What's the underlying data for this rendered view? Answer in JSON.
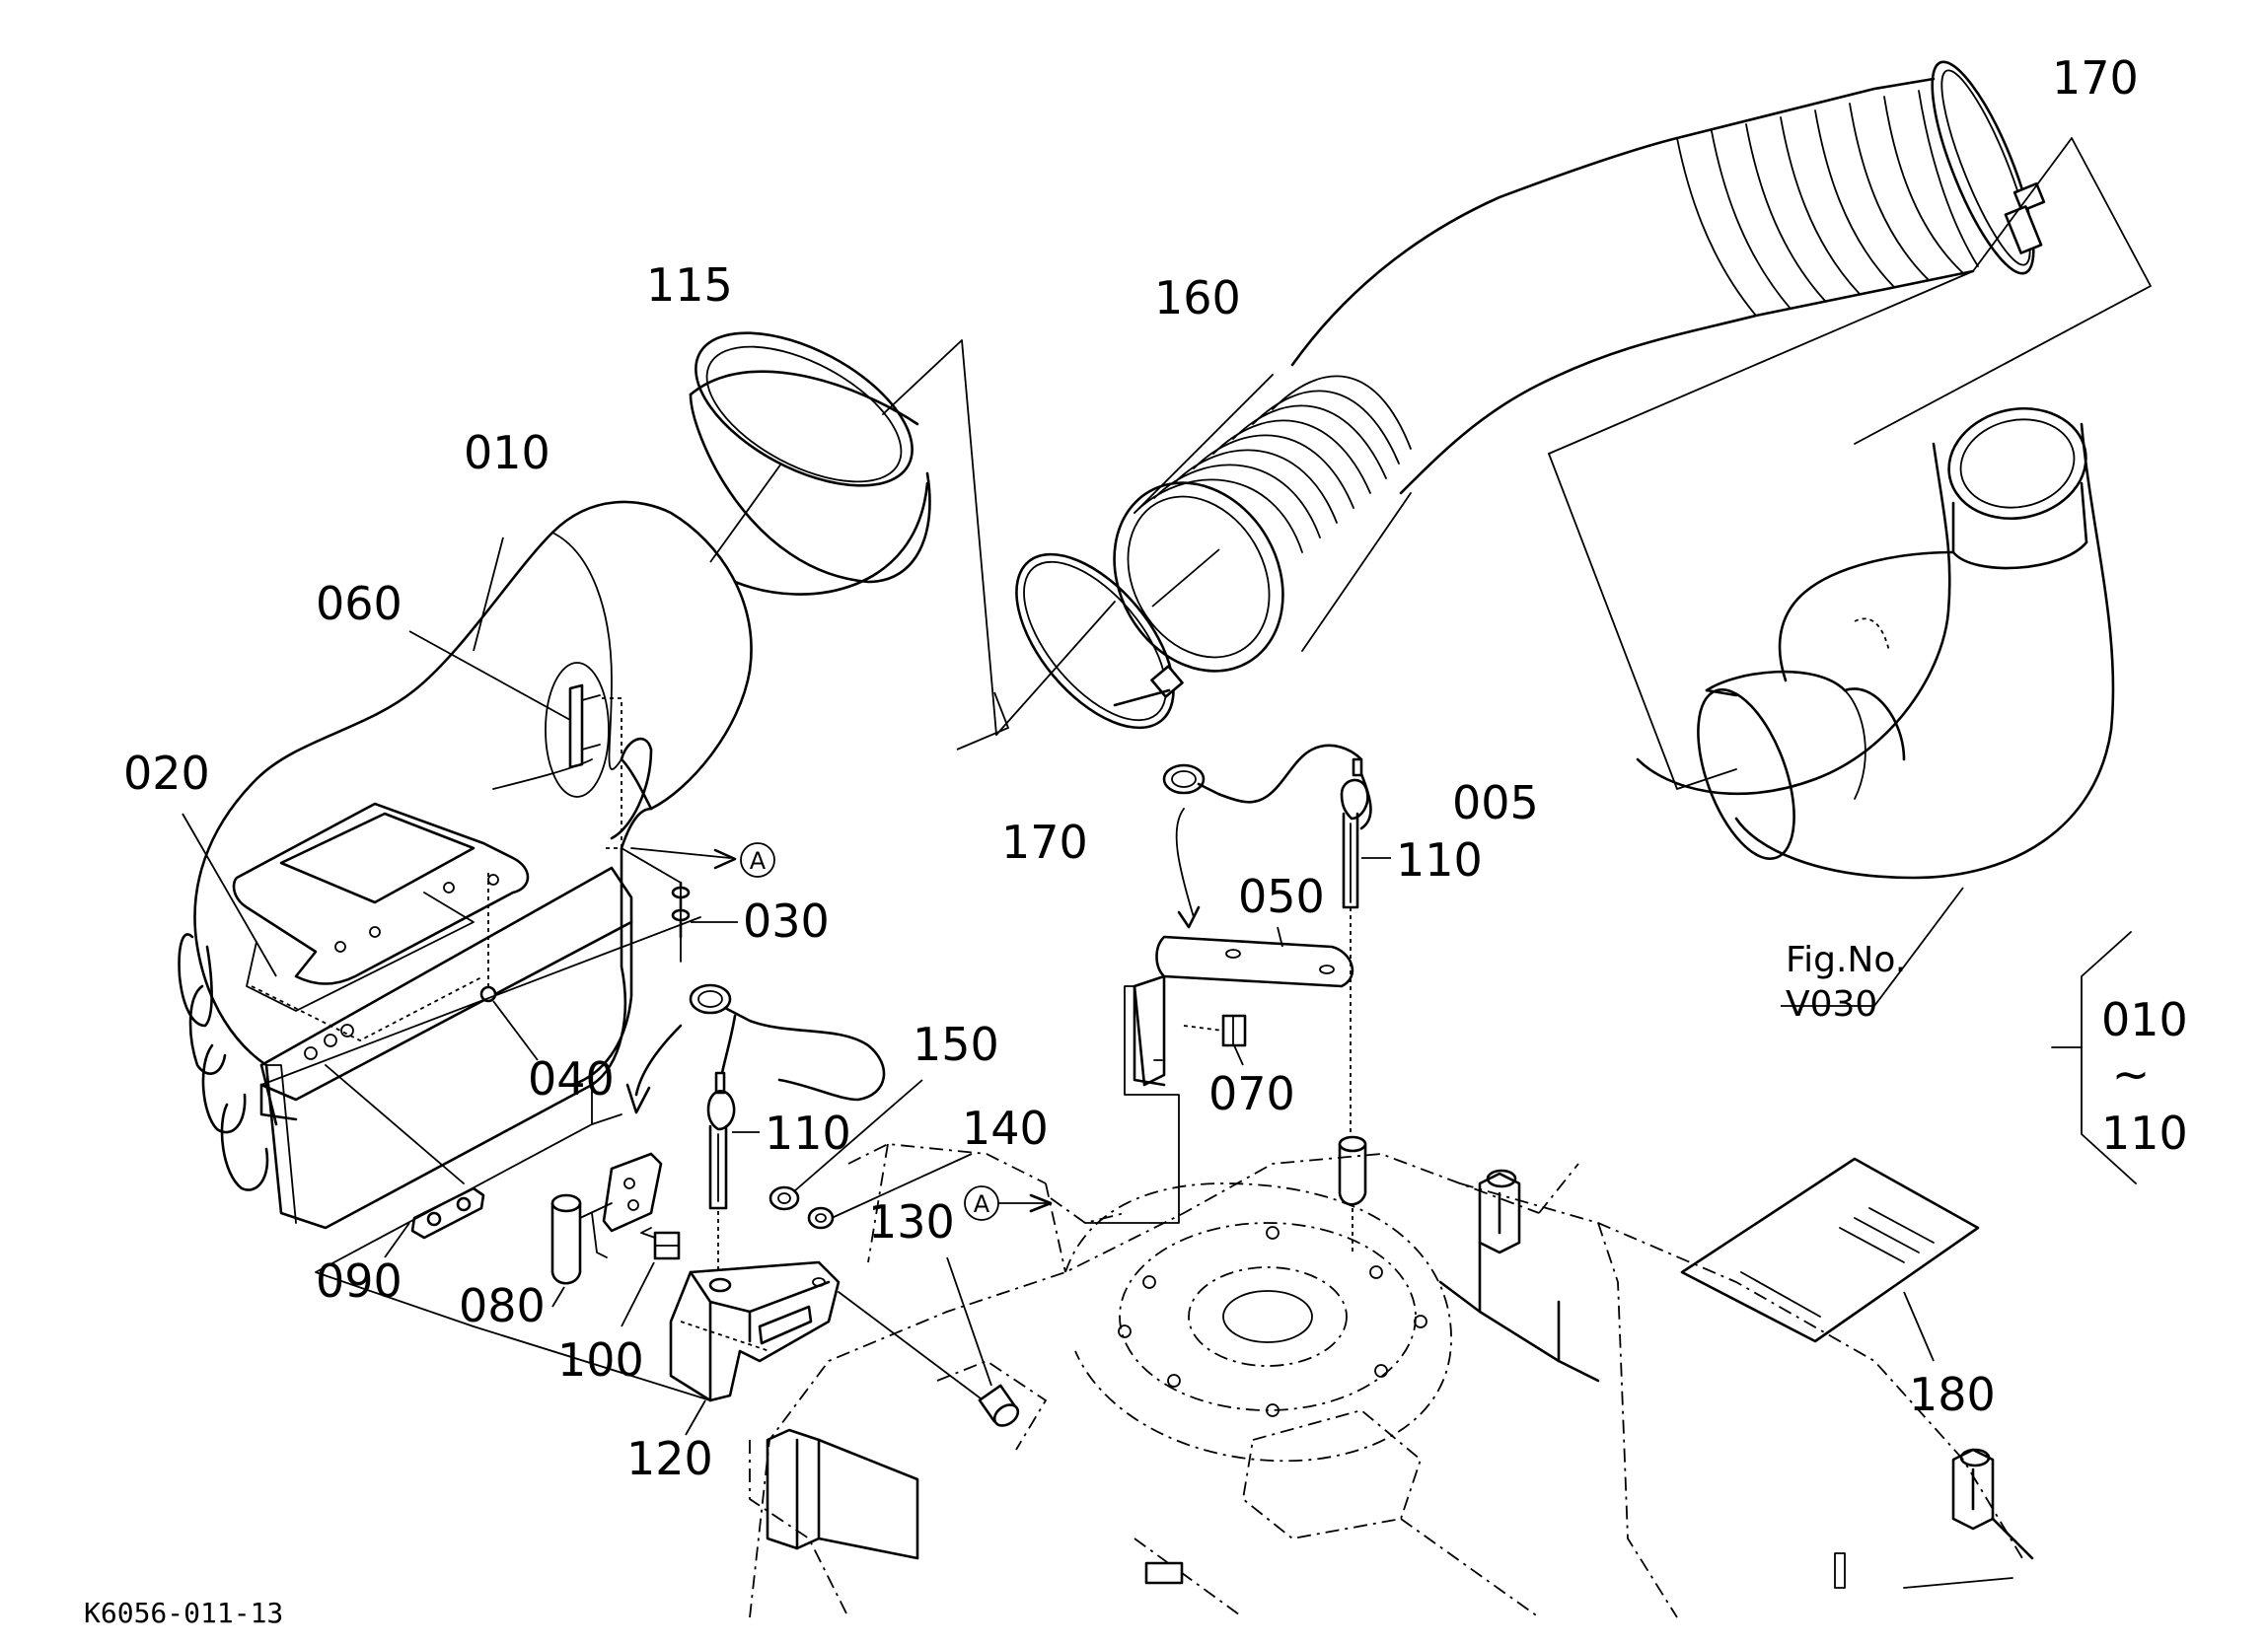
{
  "drawing_code": "K6056-011-13",
  "figure_ref": {
    "line1": "Fig.No.",
    "line2": "V030"
  },
  "ref_marker": "A",
  "set_range": {
    "start": "010",
    "tilde": "~",
    "end": "110"
  },
  "parts": {
    "p005": "005",
    "p010": "010",
    "p020": "020",
    "p030": "030",
    "p040": "040",
    "p050": "050",
    "p060": "060",
    "p070": "070",
    "p080": "080",
    "p090": "090",
    "p100": "100",
    "p110a": "110",
    "p110b": "110",
    "p115": "115",
    "p120": "120",
    "p130": "130",
    "p140": "140",
    "p150": "150",
    "p160": "160",
    "p170a": "170",
    "p170b": "170",
    "p180": "180"
  }
}
